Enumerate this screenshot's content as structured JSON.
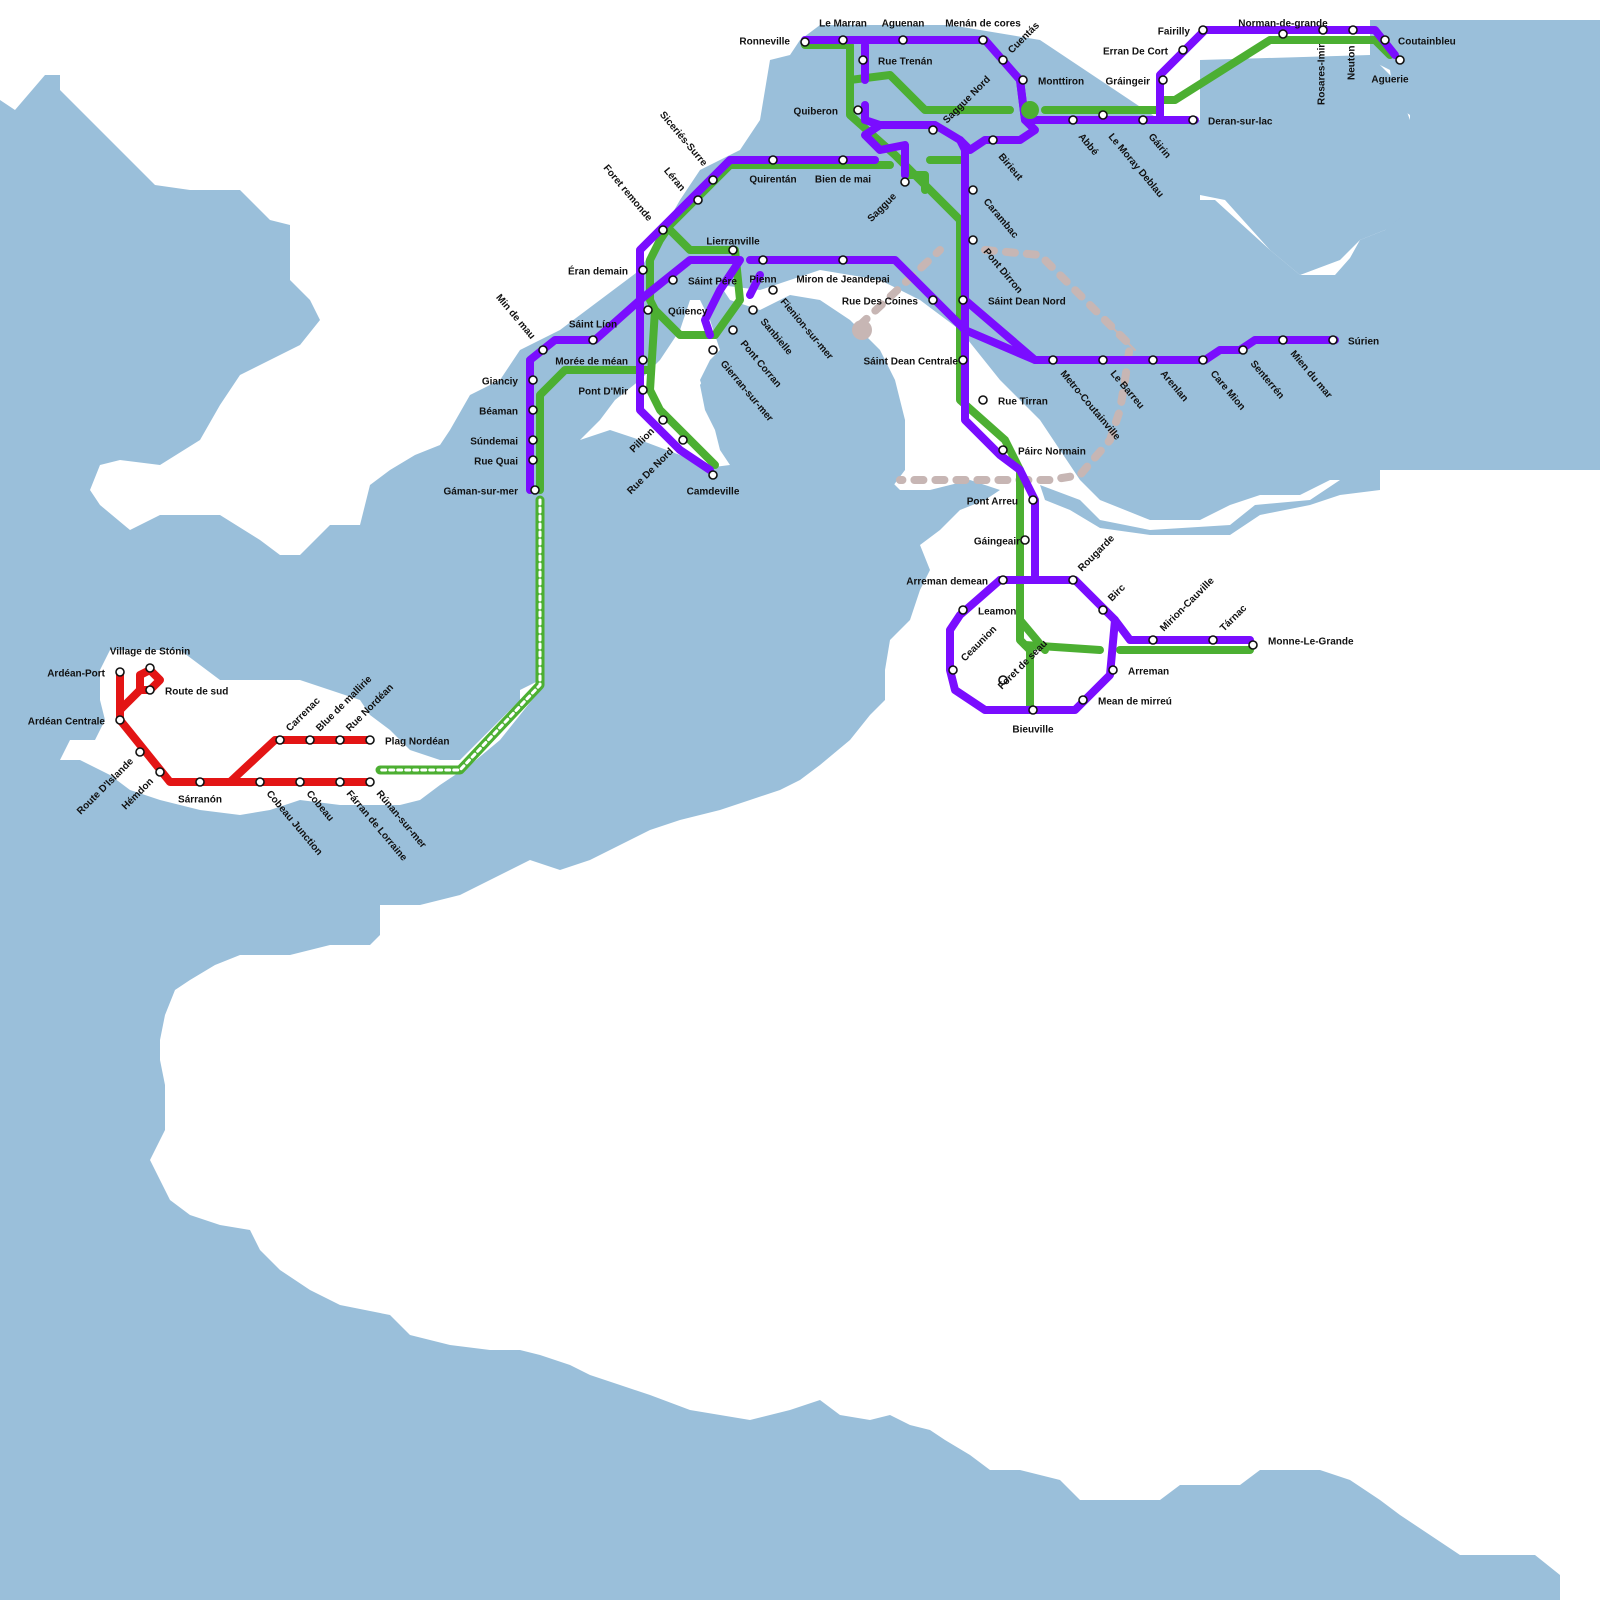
{
  "map": {
    "colors": {
      "water": "#9abfda",
      "land": "#ffffff",
      "purple": "#7a0dff",
      "green": "#4caf32",
      "red": "#e31515",
      "planned": "#c7b6b4"
    },
    "lines": [
      {
        "id": "purple",
        "color": "#7a0dff"
      },
      {
        "id": "green",
        "color": "#4caf32"
      },
      {
        "id": "red",
        "color": "#e31515"
      },
      {
        "id": "planned",
        "color": "#c7b6b4",
        "style": "dashed"
      }
    ]
  },
  "stations": {
    "ronneville": "Ronneville",
    "le_marran": "Le Marran",
    "aguenan": "Aguenan",
    "menan_de_cores": "Menán de cores",
    "cuentas": "Cuentás",
    "rue_trenan": "Rue Trenán",
    "quiberon": "Quiberon",
    "saggue_nord": "Saggue Nord",
    "monttiron": "Monttiron",
    "graingeir": "Gráingeir",
    "erran_de_cort": "Erran De Cort",
    "fairilly": "Fairilly",
    "norman_de_grande": "Norman-de-grande",
    "rosares_imir": "Rosares-Imir",
    "neuton": "Neuton",
    "coutainbleu": "Coutainbleu",
    "aguerie": "Aguerie",
    "deran_sur_lac": "Deran-sur-lac",
    "gairin": "Gáirin",
    "le_moray_deblau": "Le Moray Deblau",
    "abbe": "Abbé",
    "birieut": "Birieut",
    "siceries_surre": "Siceriés-Surre",
    "leran": "Léran",
    "quirentan": "Quirentán",
    "bien_de_mai": "Bien de mai",
    "saggue": "Saggue",
    "foret_remonde": "Foret remonde",
    "lierranville": "Lierranville",
    "eran_demain": "Éran demain",
    "saint_pere": "Sáint Pére",
    "pienn": "Pienn",
    "miron_de_jeandepai": "Miron de Jeandepai",
    "carambac": "Carambac",
    "pont_dirron": "Pont Dirron",
    "rue_des_coines": "Rue Des Coines",
    "saint_dean_nord": "Sáint Dean Nord",
    "min_de_mau": "Min de mau",
    "saint_lion": "Sáint Líon",
    "quiency": "Qúiency",
    "fienion_sur_mer": "Fienion-sur-mer",
    "sanbielle": "Sanbielle",
    "moree_de_mean": "Morée de méan",
    "pont_corran": "Pont Corran",
    "gierran_sur_mer": "Gierran-sur-mer",
    "gianciy": "Gianciy",
    "pont_dmir": "Pont D'Mir",
    "saint_dean_centrale": "Sáint Dean Centrale",
    "metro_coutainville": "Metro-Coutainville",
    "le_barreu": "Le Barreu",
    "arenlan": "Arenlan",
    "care_mion": "Care Mion",
    "senterren": "Senterrén",
    "mien_du_mar": "Mien du mar",
    "surien": "Súrien",
    "beaman": "Béaman",
    "rue_tirran": "Rue Tirran",
    "pillion": "Pillion",
    "sundemai": "Súndemai",
    "rue_quai": "Rue Quai",
    "rue_de_nord": "Rue De Nord",
    "pairc_normain": "Páirc Normain",
    "gaman_sur_mer": "Gáman-sur-mer",
    "camdeville": "Camdeville",
    "pont_arreu": "Pont Arreu",
    "gaingeair": "Gáingeair",
    "rougarde": "Rougarde",
    "arreman_demean": "Arreman demean",
    "birc": "Birc",
    "mirion_cauville": "Mirion-Cauville",
    "tarnac": "Tárnac",
    "leamon": "Leamon",
    "monne_le_grande": "Monne-Le-Grande",
    "ceaunion": "Ceaunion",
    "foret_de_seau": "Foret de seau",
    "arreman": "Arreman",
    "mean_de_mirreu": "Mean de mirreú",
    "bieuville": "Bieuville",
    "village_de_stonin": "Village de Stónin",
    "ardean_port": "Ardéan-Port",
    "route_de_sud": "Route de sud",
    "ardean_centrale": "Ardéan Centrale",
    "carrenac": "Carrenac",
    "blue_de_mallirie": "Blue de mallirie",
    "rue_nordean": "Rue Nordéan",
    "plag_nordean": "Plag Nordéan",
    "route_dislande": "Route D'Islande",
    "hemdon": "Hémdon",
    "sarranon": "Sárranón",
    "cobeau_junction": "Cobeau Junction",
    "cobeau": "Cobeau",
    "farran_de_lorraine": "Fárran de Lorraine",
    "runan_sur_mer": "Rúnan-sur-mer"
  }
}
